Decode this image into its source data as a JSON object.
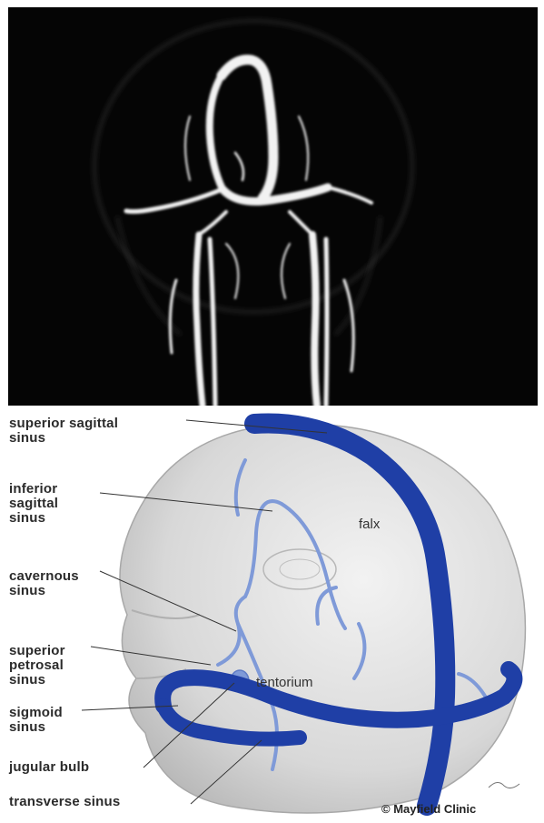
{
  "labels": {
    "superior_sagittal_sinus": [
      "superior sagittal",
      "sinus"
    ],
    "inferior_sagittal_sinus": [
      "inferior",
      "sagittal",
      "sinus"
    ],
    "cavernous_sinus": [
      "cavernous",
      "sinus"
    ],
    "superior_petrosal_sinus": [
      "superior",
      "petrosal",
      "sinus"
    ],
    "sigmoid_sinus": [
      "sigmoid",
      "sinus"
    ],
    "jugular_bulb": "jugular bulb",
    "transverse_sinus": "transverse sinus",
    "falx": "falx",
    "tentorium": "tentorium"
  },
  "copyright": "© Mayfield Clinic",
  "colors": {
    "sinus_blue": "#1f3fa6",
    "vein_light_blue": "#7f9ad8",
    "brain_gray": "#d9d9d9",
    "mra_background": "#050505"
  }
}
